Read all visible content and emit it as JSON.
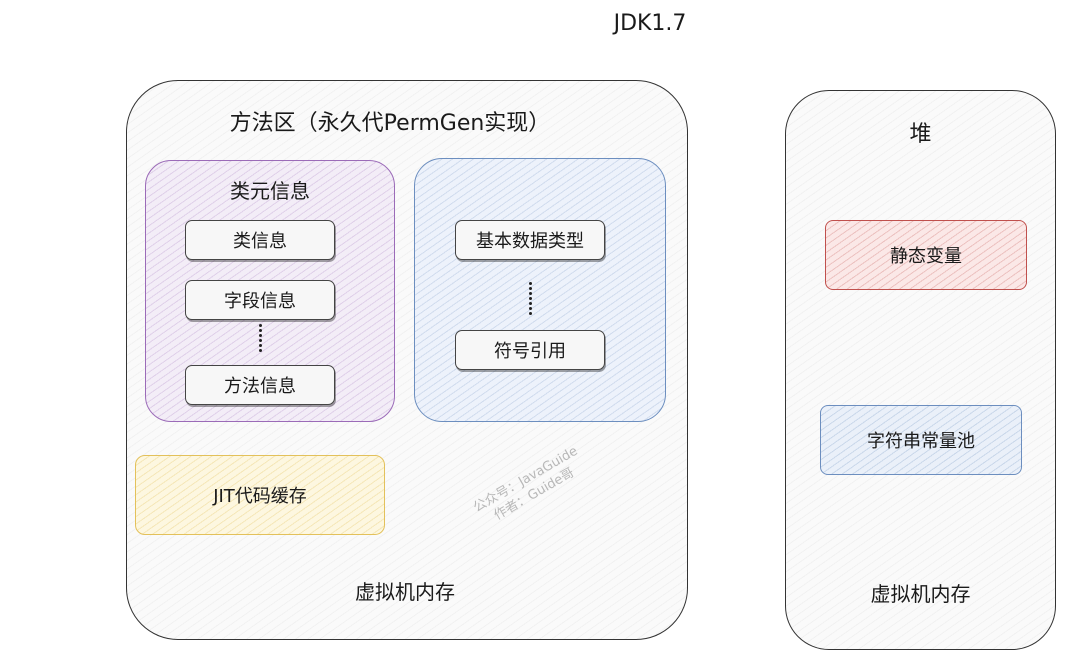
{
  "title": "JDK1.7",
  "method_area": {
    "title": "方法区（永久代PermGen实现）",
    "class_meta": {
      "title": "类元信息",
      "items": [
        "类信息",
        "字段信息",
        "方法信息"
      ]
    },
    "runtime_pool": {
      "items": [
        "基本数据类型",
        "符号引用"
      ]
    },
    "jit": "JIT代码缓存",
    "footer": "虚拟机内存"
  },
  "heap": {
    "title": "堆",
    "items": [
      "静态变量",
      "字符串常量池"
    ],
    "footer": "虚拟机内存"
  },
  "watermark": {
    "line1": "公众号：JavaGuide",
    "line2": "作者：Guide哥"
  },
  "colors": {
    "purple": "#9b6bb8",
    "blue": "#6c8ebf",
    "yellow": "#e3c15a",
    "red": "#c0504d"
  }
}
